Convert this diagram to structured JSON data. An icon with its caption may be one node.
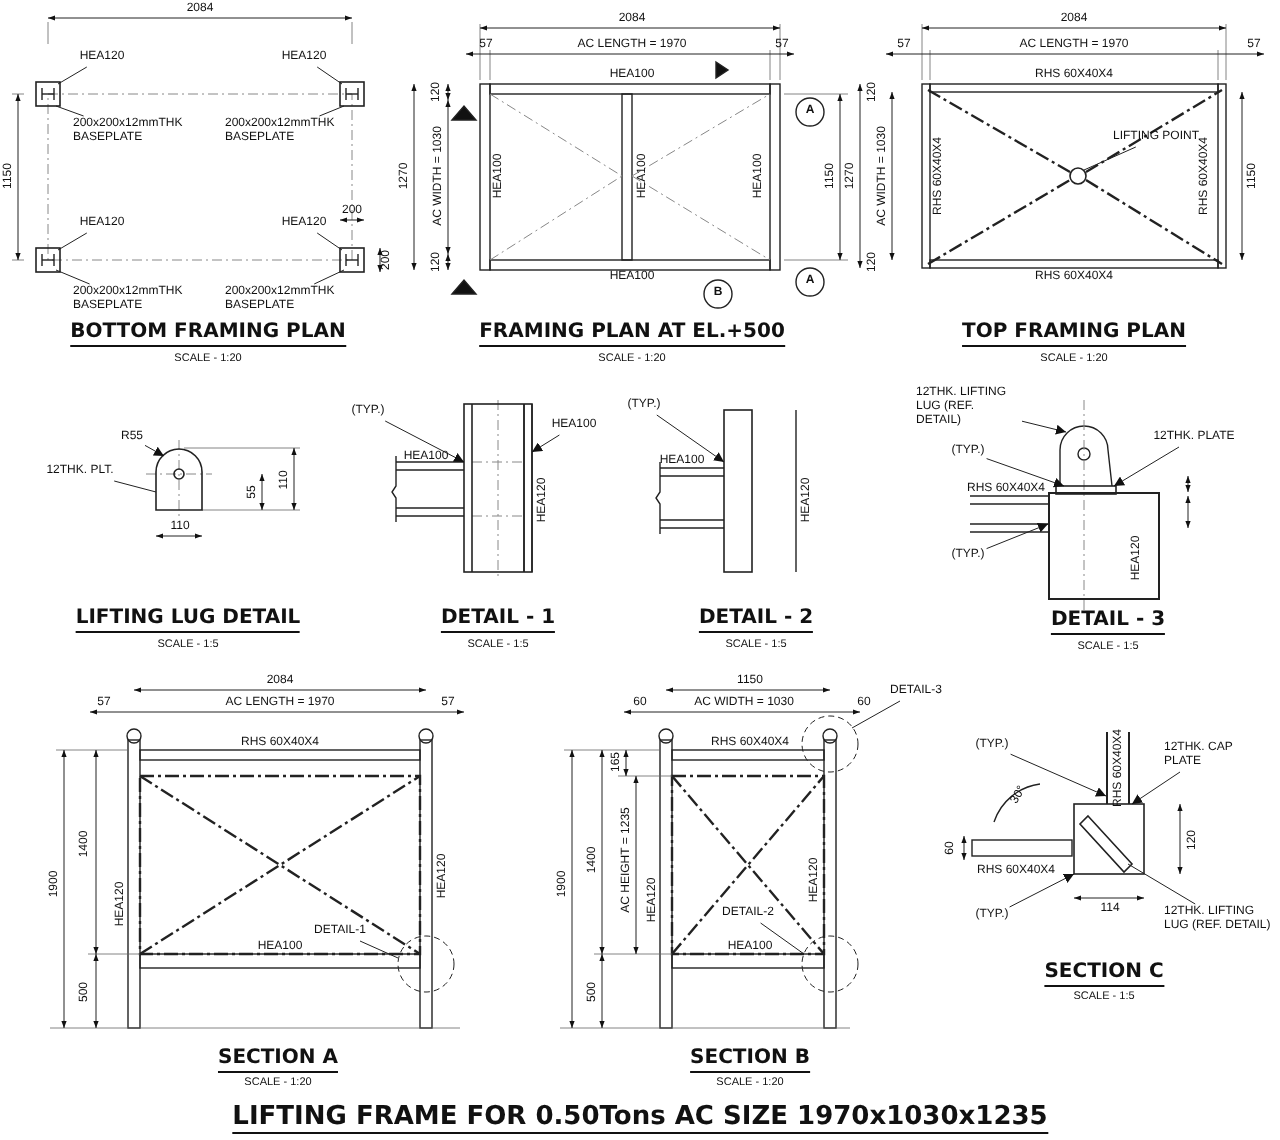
{
  "diagram": {
    "title": "LIFTING FRAME FOR 0.50Tons AC SIZE 1970x1030x1235",
    "nodes": [
      {
        "text": [],
        "shape": "box"
      },
      {
        "text": [
          "HEA120"
        ]
      },
      {
        "text": [
          "200x200x12mmTHK BASEPLATE"
        ]
      },
      {
        "text": [],
        "shape": "box"
      },
      {
        "text": [
          "HEA120"
        ]
      },
      {
        "text": [
          "200x200x12mmTHK BASEPLATE"
        ]
      },
      {
        "text": [],
        "shape": "box"
      },
      {
        "text": [
          "HEA120"
        ]
      },
      {
        "text": [
          "200x200x12mmTHK BASEPLATE"
        ]
      },
      {
        "text": [],
        "shape": "box"
      },
      {
        "text": [
          "HEA120"
        ]
      },
      {
        "text": [
          "200x200x12mmTHK BASEPLATE"
        ]
      },
      {
        "text": [
          "LIFTING POINT"
        ]
      },
      {
        "text": [],
        "shape": "circle"
      },
      {
        "text": [
          "R55"
        ]
      },
      {
        "text": [
          "12THK. PLT."
        ]
      },
      {
        "text": [],
        "shape": "picture"
      },
      {
        "text": [
          "(TYP.)"
        ]
      },
      {
        "text": [
          "HEA100"
        ]
      },
      {
        "text": [],
        "shape": "box"
      },
      {
        "text": [
          "(TYP.)"
        ]
      },
      {
        "text": [],
        "shape": "box"
      },
      {
        "text": [
          "12THK. LIFTING LUG (REF. DETAIL)"
        ]
      },
      {
        "text": [
          "12THK. PLATE"
        ]
      },
      {
        "text": [
          "(TYP.)"
        ]
      },
      {
        "text": [],
        "shape": "bar"
      },
      {
        "text": [
          "(TYP.)"
        ]
      },
      {
        "text": [
          "HEA120"
        ]
      },
      {
        "text": [
          "DETAIL-1"
        ]
      },
      {
        "text": [],
        "shape": "circle"
      },
      {
        "text": [
          "DETAIL-3"
        ]
      },
      {
        "text": [],
        "shape": "circle"
      },
      {
        "text": [
          "DETAIL-2"
        ]
      },
      {
        "text": [],
        "shape": "circle"
      },
      {
        "text": [
          "(TYP.)"
        ]
      },
      {
        "text": [
          "RHS 60X40X4"
        ]
      },
      {
        "text": [
          "12THK. CAP PLATE"
        ]
      },
      {
        "text": [],
        "shape": "box"
      },
      {
        "text": [],
        "shape": "bar",
        "in": 37
      },
      {
        "text": [
          "12THK. LIFTING LUG (REF. DETAIL)"
        ]
      },
      {
        "text": [
          "(TYP.)"
        ]
      }
    ],
    "edges": [
      {
        "from": 1,
        "to": 0,
        "arrow": "none"
      },
      {
        "from": 2,
        "to": 0,
        "arrow": "none"
      },
      {
        "from": 4,
        "to": 3,
        "arrow": "none"
      },
      {
        "from": 5,
        "to": 3,
        "arrow": "none"
      },
      {
        "from": 7,
        "to": 6,
        "arrow": "none"
      },
      {
        "from": 8,
        "to": 6,
        "arrow": "none"
      },
      {
        "from": 10,
        "to": 9,
        "arrow": "none"
      },
      {
        "from": 11,
        "to": 9,
        "arrow": "none"
      },
      {
        "from": 12,
        "to": 13,
        "arrow": "none"
      },
      {
        "from": 14,
        "to": 16,
        "arrow": "to"
      },
      {
        "from": 15,
        "to": 16,
        "arrow": "none"
      },
      {
        "from": 17,
        "to": 19,
        "arrow": "to"
      },
      {
        "from": 18,
        "to": 19,
        "arrow": "to"
      },
      {
        "from": 20,
        "to": 21,
        "arrow": "to"
      },
      {
        "from": 22,
        "to": null,
        "arrow": "to"
      },
      {
        "from": 23,
        "to": 25,
        "arrow": "to"
      },
      {
        "from": 24,
        "to": 25,
        "arrow": "to"
      },
      {
        "from": 26,
        "to": 27,
        "arrow": "to"
      },
      {
        "from": 28,
        "to": 29,
        "arrow": "none"
      },
      {
        "from": 30,
        "to": 31,
        "arrow": "none"
      },
      {
        "from": 32,
        "to": 33,
        "arrow": "none"
      },
      {
        "from": 34,
        "to": 35,
        "arrow": "to"
      },
      {
        "from": 36,
        "to": 37,
        "arrow": "to"
      },
      {
        "from": 39,
        "to": 38,
        "arrow": "none"
      },
      {
        "from": 40,
        "to": 37,
        "arrow": "to"
      }
    ],
    "labels": [
      "2084",
      "1150",
      "200",
      "200",
      "BOTTOM FRAMING PLAN",
      "SCALE - 1:20",
      "2084",
      "57",
      "AC LENGTH = 1970",
      "57",
      "HEA100",
      "120",
      "1270",
      "AC WIDTH = 1030",
      "HEA100",
      "HEA100",
      "HEA100",
      "1150",
      "120",
      "HEA100",
      "A",
      "A",
      "B",
      "FRAMING PLAN AT EL.+500",
      "SCALE - 1:20",
      "2084",
      "57",
      "AC LENGTH = 1970",
      "57",
      "RHS 60X40X4",
      "120",
      "1270",
      "AC WIDTH = 1030",
      "RHS 60X40X4",
      "RHS 60X40X4",
      "1150",
      "120",
      "RHS 60X40X4",
      "TOP FRAMING PLAN",
      "SCALE - 1:20",
      "110",
      "55",
      "110",
      "LIFTING LUG DETAIL",
      "SCALE - 1:5",
      "HEA100",
      "HEA120",
      "DETAIL - 1",
      "SCALE - 1:5",
      "HEA100",
      "HEA120",
      "DETAIL - 2",
      "SCALE - 1:5",
      "RHS 60X40X4",
      "DETAIL - 3",
      "SCALE - 1:5",
      "2084",
      "57",
      "AC LENGTH = 1970",
      "57",
      "RHS 60X40X4",
      "1900",
      "1400",
      "HEA120",
      "HEA120",
      "HEA100",
      "500",
      "SECTION A",
      "SCALE - 1:20",
      "1150",
      "60",
      "AC WIDTH = 1030",
      "60",
      "RHS 60X40X4",
      "165",
      "1900",
      "1400",
      "AC HEIGHT = 1235",
      "HEA120",
      "HEA120",
      "HEA100",
      "500",
      "SECTION B",
      "SCALE - 1:20",
      "30°",
      "60",
      "120",
      "RHS 60X40X4",
      "114",
      "SECTION C",
      "SCALE - 1:5"
    ]
  }
}
